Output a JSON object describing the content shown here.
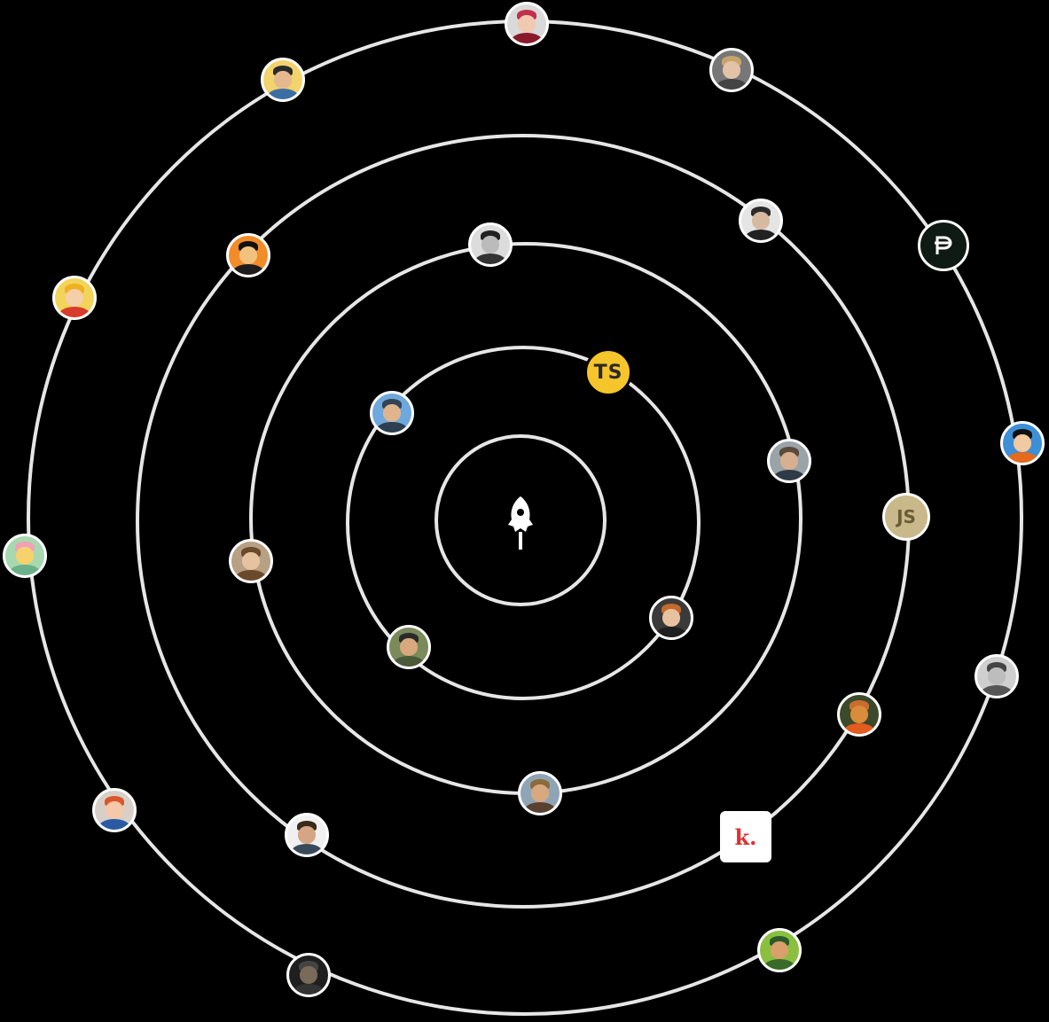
{
  "center": {
    "icon": "rocket-icon"
  },
  "rings": [
    {
      "name": "ring-1"
    },
    {
      "name": "ring-2"
    },
    {
      "name": "ring-3"
    },
    {
      "name": "ring-4"
    },
    {
      "name": "ring-5"
    }
  ],
  "badges": {
    "ts_label": "TS",
    "k_label": "k.",
    "js_label": "JS",
    "p_icon": "p-logo-icon"
  },
  "colors": {
    "ring": "#e6e6e6",
    "background": "#000000",
    "ts_badge": "#f5c52b",
    "k_badge_text": "#e03131",
    "p_badge": "#0f1a14"
  }
}
